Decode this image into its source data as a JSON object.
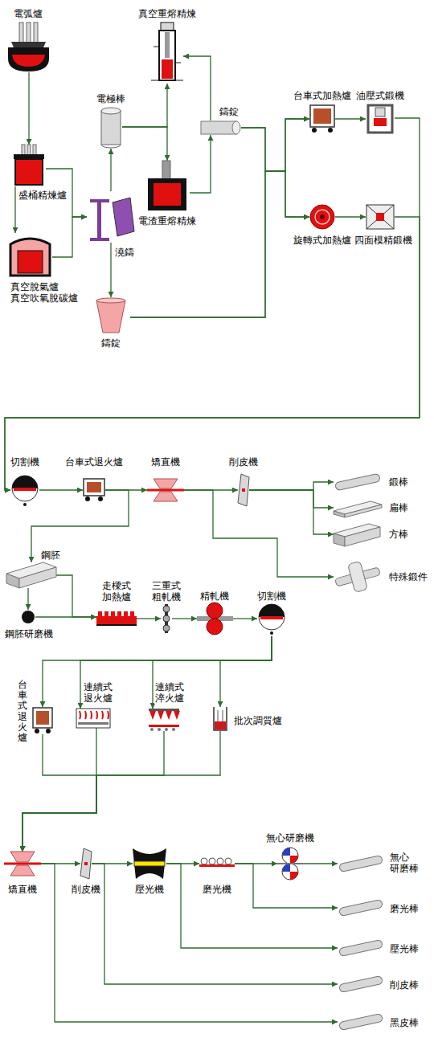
{
  "diagram": {
    "nodes": [
      {
        "text": [
          "電弧爐"
        ]
      },
      {
        "text": [
          "盛桶精煉爐"
        ]
      },
      {
        "text": [
          "真空脫氣爐 真空吹氧脫碳爐"
        ]
      },
      {
        "text": [
          "電極棒"
        ]
      },
      {
        "text": [
          "澆鑄"
        ]
      },
      {
        "text": [
          "鑄錠"
        ]
      },
      {
        "text": [
          "真空重熔精煉"
        ]
      },
      {
        "text": [
          "電渣重熔精煉"
        ]
      },
      {
        "text": [
          "鑄錠"
        ]
      },
      {
        "text": [
          "台車式加熱爐"
        ]
      },
      {
        "text": [
          "油壓式鍛機"
        ]
      },
      {
        "text": [
          "旋轉式加熱爐"
        ]
      },
      {
        "text": [
          "四面模精鍛機"
        ]
      },
      {
        "text": [
          "切割機"
        ]
      },
      {
        "text": [
          "台車式退火爐"
        ]
      },
      {
        "text": [
          "矯直機"
        ]
      },
      {
        "text": [
          "削皮機"
        ]
      },
      {
        "text": [
          "鍛棒"
        ]
      },
      {
        "text": [
          "扁棒"
        ]
      },
      {
        "text": [
          "方棒"
        ]
      },
      {
        "text": [
          "特殊鍛件"
        ]
      },
      {
        "text": [
          "鋼胚"
        ]
      },
      {
        "text": [
          "鋼胚研磨機"
        ]
      },
      {
        "text": [
          "走樑式 加熱爐"
        ]
      },
      {
        "text": [
          "三重式 粗軋機"
        ]
      },
      {
        "text": [
          "精軋機"
        ]
      },
      {
        "text": [
          "切割機"
        ]
      },
      {
        "text": [
          "台車式退火爐"
        ]
      },
      {
        "text": [
          "連續式 退火爐"
        ]
      },
      {
        "text": [
          "連續式 淬火爐"
        ]
      },
      {
        "text": [
          "批次調質爐"
        ]
      },
      {
        "text": [
          "矯直機"
        ]
      },
      {
        "text": [
          "削皮機"
        ]
      },
      {
        "text": [
          "壓光機"
        ]
      },
      {
        "text": [
          "磨光機"
        ]
      },
      {
        "text": [
          "無心研磨機"
        ]
      },
      {
        "text": [
          "無心 研磨棒"
        ]
      },
      {
        "text": [
          "磨光棒"
        ]
      },
      {
        "text": [
          "壓光棒"
        ]
      },
      {
        "text": [
          "削皮棒"
        ]
      },
      {
        "text": [
          "黑皮棒"
        ]
      }
    ],
    "edges": [
      {
        "from": 0,
        "to": 1,
        "arrow": "to"
      },
      {
        "from": 1,
        "to": 2,
        "arrow": "to"
      },
      {
        "from": 1,
        "to": 4,
        "arrow": "to"
      },
      {
        "from": 2,
        "to": 4,
        "arrow": "to"
      },
      {
        "from": 4,
        "to": 3,
        "arrow": "to"
      },
      {
        "from": 3,
        "to": 6,
        "arrow": "to"
      },
      {
        "from": 3,
        "to": 7,
        "arrow": "to"
      },
      {
        "from": 4,
        "to": 5,
        "arrow": "to"
      },
      {
        "from": 7,
        "to": 8,
        "arrow": "to"
      },
      {
        "from": 8,
        "to": 6,
        "arrow": "to"
      },
      {
        "from": 8,
        "to": 9,
        "arrow": "to"
      },
      {
        "from": 8,
        "to": 11,
        "arrow": "to"
      },
      {
        "from": 5,
        "to": 9,
        "arrow": "to"
      },
      {
        "from": 5,
        "to": 11,
        "arrow": "to"
      },
      {
        "from": 9,
        "to": 10,
        "arrow": "to"
      },
      {
        "from": 11,
        "to": 12,
        "arrow": "to"
      },
      {
        "from": 10,
        "to": 13,
        "arrow": "to"
      },
      {
        "from": 12,
        "to": 13,
        "arrow": "to"
      },
      {
        "from": 13,
        "to": 14,
        "arrow": "to"
      },
      {
        "from": 14,
        "to": 15,
        "arrow": "to"
      },
      {
        "from": 15,
        "to": 16,
        "arrow": "to"
      },
      {
        "from": 16,
        "to": 17,
        "arrow": "to"
      },
      {
        "from": 16,
        "to": 18,
        "arrow": "to"
      },
      {
        "from": 16,
        "to": 19,
        "arrow": "to"
      },
      {
        "from": 15,
        "to": 20,
        "arrow": "to"
      },
      {
        "from": 14,
        "to": 21,
        "arrow": "to"
      },
      {
        "from": 21,
        "to": 22,
        "arrow": "to"
      },
      {
        "from": 21,
        "to": 23,
        "arrow": "to"
      },
      {
        "from": 22,
        "to": 23,
        "arrow": "to"
      },
      {
        "from": 23,
        "to": 24,
        "arrow": "to"
      },
      {
        "from": 24,
        "to": 25,
        "arrow": "to"
      },
      {
        "from": 25,
        "to": 26,
        "arrow": "to"
      },
      {
        "from": 26,
        "to": 27,
        "arrow": "to"
      },
      {
        "from": 26,
        "to": 28,
        "arrow": "to"
      },
      {
        "from": 26,
        "to": 29,
        "arrow": "to"
      },
      {
        "from": 26,
        "to": 30,
        "arrow": "to"
      },
      {
        "from": 27,
        "to": 31,
        "arrow": "to"
      },
      {
        "from": 28,
        "to": 31,
        "arrow": "to"
      },
      {
        "from": 29,
        "to": 31,
        "arrow": "to"
      },
      {
        "from": 30,
        "to": 31,
        "arrow": "to"
      },
      {
        "from": 31,
        "to": 32,
        "arrow": "to"
      },
      {
        "from": 32,
        "to": 33,
        "arrow": "to"
      },
      {
        "from": 33,
        "to": 34,
        "arrow": "to"
      },
      {
        "from": 34,
        "to": 35,
        "arrow": "to"
      },
      {
        "from": 35,
        "to": 36,
        "arrow": "to"
      },
      {
        "from": 31,
        "to": 40,
        "arrow": "to"
      },
      {
        "from": 32,
        "to": 39,
        "arrow": "to"
      },
      {
        "from": 33,
        "to": 38,
        "arrow": "to"
      },
      {
        "from": 34,
        "to": 37,
        "arrow": "to"
      }
    ]
  }
}
